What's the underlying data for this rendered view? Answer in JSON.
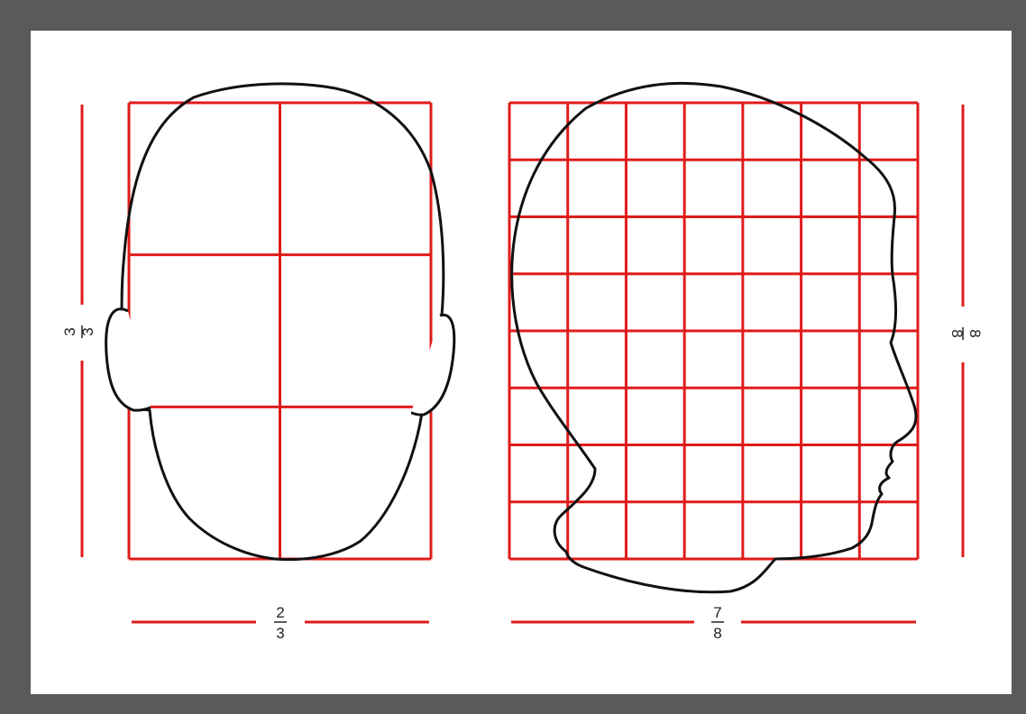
{
  "colors": {
    "frame": "#5a5a5a",
    "paper": "#ffffff",
    "grid": "#e01b1b",
    "outline": "#111111",
    "text": "#222222"
  },
  "front_view": {
    "grid": {
      "columns": 2,
      "rows": 3
    },
    "height_label": {
      "numerator": "3",
      "denominator": "3"
    },
    "width_label": {
      "numerator": "2",
      "denominator": "3"
    }
  },
  "side_view": {
    "grid": {
      "columns": 7,
      "rows": 8
    },
    "height_label": {
      "numerator": "8",
      "denominator": "8"
    },
    "width_label": {
      "numerator": "7",
      "denominator": "8"
    }
  }
}
